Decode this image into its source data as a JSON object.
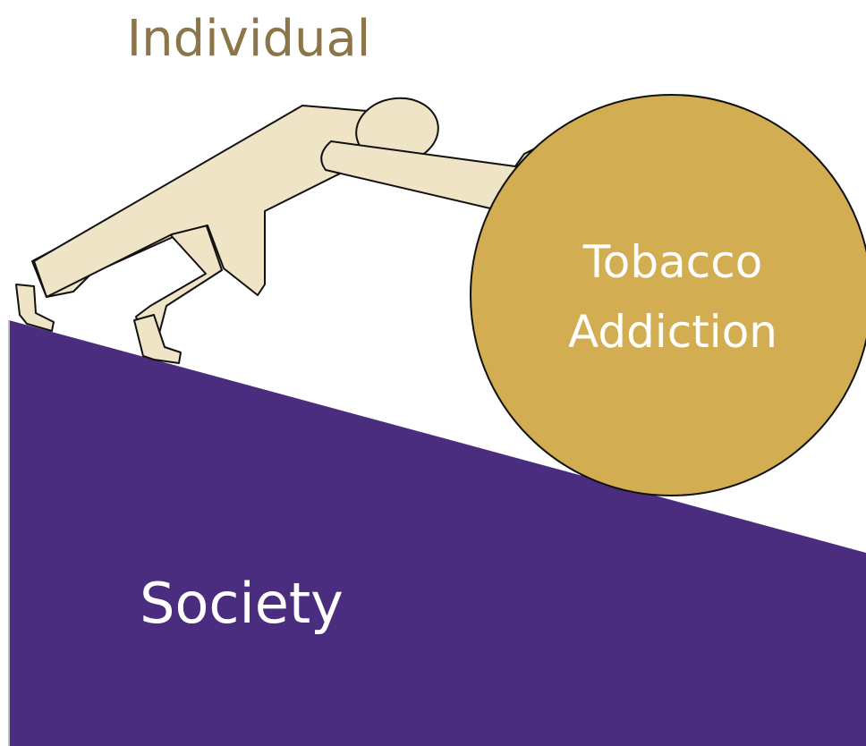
{
  "labels": {
    "individual": "Individual",
    "burden_line1": "Tobacco",
    "burden_line2": "Addiction",
    "society": "Society"
  },
  "colors": {
    "individual_text": "#8c7548",
    "hill": "#4a2d7e",
    "boulder": "#d2ad52",
    "figure": "#efe4c5",
    "outline": "#111111",
    "light_text": "#ffffff"
  }
}
